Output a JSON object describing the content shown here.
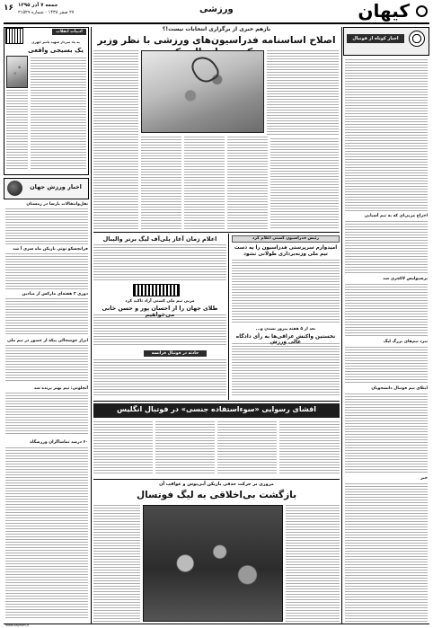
{
  "masthead": {
    "logo": "کیهان",
    "section": "ورزشی",
    "date_line1": "جمعه ۷ آذر ۱۳۹۵",
    "date_line2": "۲۷ صفر ۱۴۳۸ - شماره ۲۱۵۲۹",
    "page_no": "۱۶"
  },
  "main": {
    "kicker": "بازهم خبری از برگزاری انتخابات نیست!؟",
    "headline": "اصلاح اساسنامه فدراسیون‌های ورزشی با نظر وزیر و کمیته ملی المپیک"
  },
  "left_col": {
    "column_label": "ادبیات انقلاب",
    "column_title": "یک بسیجی واقعی",
    "column_kicker": "به یاد سردار شهید یاسر ابهری",
    "world_label": "اخبار ورزش جهان",
    "items": [
      "نقل‌وانتقالات بارسا در زمستان",
      "فرانچسکو توتی بازیکن ماه سری آ شد",
      "دوری ۳ هفته‌ای مارکس از میادین",
      "ابراز خوشحالی پیکه از حضور در تیم ملی",
      "آنچلوتی: تیم بهتر برنده شد",
      "۶۰ درصد تماشاگران ورزشگاه"
    ]
  },
  "middle": {
    "volleyball_title": "اعلام زمان آغاز پلی‌آف لیگ برتر والیبال",
    "gold_kicker": "مربی تیم ملی کشتی آزاد تاکید کرد",
    "gold_headline": "طلای جهان را از احسان پور و حسن خانی می‌خواهیم",
    "note_label": "حادثه در فوتبال فرانسه"
  },
  "right_col": {
    "box_label": "اخبار کوتاه از فوتبال",
    "hadid_title": "اخراج مربی‌ای که به تیم آسیایی",
    "bistoon_title": "پرسپولیس لاکچری شد",
    "iran_title": "نبرد تیم‌های بزرگ لیگ",
    "zamen_title": "ابتلای تیم فوتبال دانشجویان",
    "khabar_title": "خبر"
  },
  "center": {
    "grey_label": "رئیس فدراسیون کشتی اعلام کرد",
    "wrestle_head": "امیدوارم سرپرستی فدراسیون را به دست تیم ملی وزنه‌برداری طولانی نشود",
    "iraq_kicker": "بعد از ۵ هفته پیروز نشدن و...",
    "iraq_head": "نخستین واکنش عراقی‌ها به رأی دادگاه عالی ورزش"
  },
  "wide": {
    "headline": "افشای رسوایی «سوءاستفاده جنسی» در فوتبال انگلیس"
  },
  "bottom": {
    "kicker": "مروری بر حرکت حذفی بازیکن آبی‌پوش و عواقب آن",
    "headline": "بازگشت بی‌اخلاقی به لیگ فوتسال"
  },
  "footer": {
    "url": "www.kayhan.ir"
  }
}
